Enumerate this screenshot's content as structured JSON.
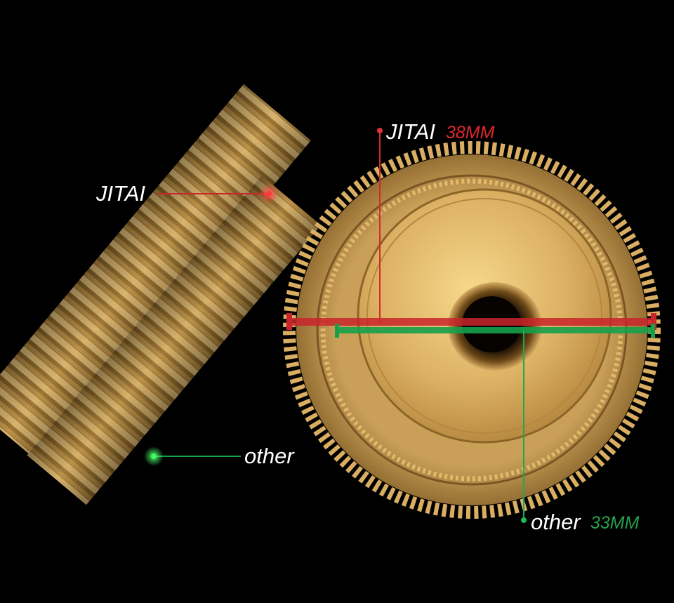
{
  "labels": {
    "side_top": "JITAI",
    "side_bottom": "other",
    "top_brand": "JITAI",
    "top_size": "38MM",
    "bottom_brand": "other",
    "bottom_size": "33MM"
  },
  "colors": {
    "background": "#000000",
    "brass": "#d6a650",
    "accent_red": "#c9252b",
    "accent_green": "#16a04a",
    "text": "#ffffff"
  }
}
